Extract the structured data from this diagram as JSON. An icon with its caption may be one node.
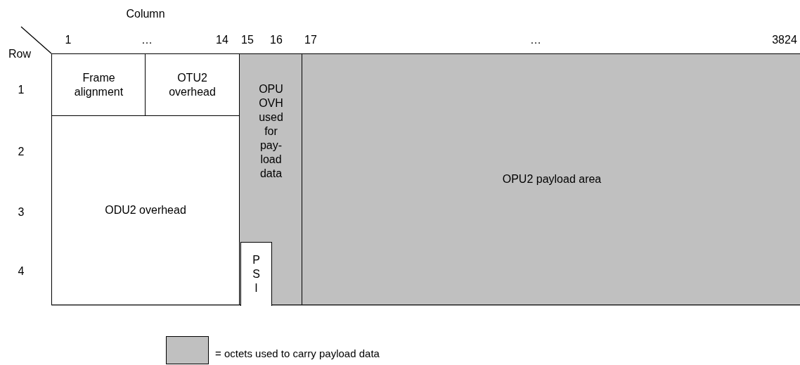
{
  "diagram": {
    "nodes": [
      {
        "text": [
          "Frame alignment"
        ]
      },
      {
        "text": [
          "OTU2 overhead"
        ]
      },
      {
        "text": [
          "OPU OVH used for pay-load data"
        ]
      },
      {
        "text": [
          "PSI"
        ],
        "in": 2
      },
      {
        "text": [
          "OPU2 payload area"
        ]
      },
      {
        "text": [
          "ODU2 overhead"
        ]
      }
    ],
    "labels": [
      "Column",
      "1",
      "…",
      "14",
      "15",
      "16",
      "17",
      "…",
      "3824",
      "Row",
      "1",
      "2",
      "3",
      "4"
    ],
    "legend": [
      {
        "text": "= octets used to carry payload data",
        "color": "#c0c0c0"
      }
    ]
  }
}
